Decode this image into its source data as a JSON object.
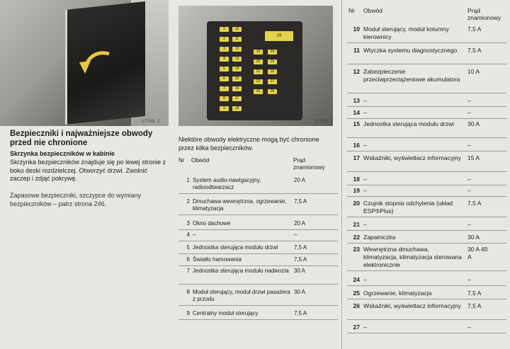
{
  "figure1": {
    "label": "17749 J"
  },
  "figure2": {
    "label": "17750 J",
    "fuses": [
      "1",
      "2",
      "3",
      "4",
      "5",
      "6",
      "7",
      "8",
      "9",
      "10",
      "11",
      "12",
      "13",
      "14",
      "15",
      "16",
      "17",
      "18",
      "19",
      "20",
      "21",
      "22",
      "23",
      "24",
      "25",
      "26",
      "27",
      "28",
      "29"
    ]
  },
  "left": {
    "heading": "Bezpieczniki i najważniejsze obwody przed nie chronione",
    "subheading": "Skrzynka bezpieczników w kabinie",
    "para1": "Skrzynka bezpieczników znajduje się po lewej stronie z boku deski rozdzielczej. Otworzyć drzwi. Zwolnić zaczep i zdjąć pokrywę.",
    "para2": "Zapasowe bezpieczniki, szczypce do wymiany bezpieczników – patrz strona 246."
  },
  "middle": {
    "intro": "Niektóre obwody elektryczne mogą być chronione przez kilka bezpieczników.",
    "col_nr": "Nr",
    "col_obwod": "Obwód",
    "col_prad": "Prąd znamionowy",
    "rows": [
      {
        "nr": "1",
        "text": "System audio-nawigacyjny, radioodtwarzacz",
        "amp": "20 A"
      },
      {
        "nr": "2",
        "text": "Dmuchawa wewnętrzna, ogrzewanie, klimatyzacja",
        "amp": "7,5 A"
      },
      {
        "nr": "3",
        "text": "Okno dachowe",
        "amp": "20 A"
      },
      {
        "nr": "4",
        "text": "–",
        "amp": "–"
      },
      {
        "nr": "5",
        "text": "Jednostka sterująca modułu drzwi",
        "amp": "7,5 A"
      },
      {
        "nr": "6",
        "text": "Światło hamowania",
        "amp": "7,5 A"
      },
      {
        "nr": "7",
        "text": "Jednostka sterująca modułu nadwozia",
        "amp": "30 A"
      },
      {
        "nr": "8",
        "text": "Moduł sterujący, moduł drzwi pasażera z przodu",
        "amp": "30 A"
      },
      {
        "nr": "9",
        "text": "Centralny moduł sterujący",
        "amp": "7,5 A"
      }
    ]
  },
  "right": {
    "col_nr": "Nr",
    "col_obwod": "Obwód",
    "col_prad": "Prąd znamionowy",
    "rows": [
      {
        "nr": "10",
        "text": "Moduł sterujący, moduł kolumny kierownicy",
        "amp": "7,5 A"
      },
      {
        "nr": "11",
        "text": "Wtyczka systemu diagnostycznego",
        "amp": "7,5 A"
      },
      {
        "nr": "12",
        "text": "Zabezpieczenie przeciwprzeciążeniowe akumulatora",
        "amp": "10 A"
      },
      {
        "nr": "13",
        "text": "–",
        "amp": "–"
      },
      {
        "nr": "14",
        "text": "–",
        "amp": "–"
      },
      {
        "nr": "15",
        "text": "Jednostka sterująca modułu drzwi",
        "amp": "30 A"
      },
      {
        "nr": "16",
        "text": "–",
        "amp": "–"
      },
      {
        "nr": "17",
        "text": "Wskaźniki, wyświetlacz informacyjny",
        "amp": "15 A"
      },
      {
        "nr": "18",
        "text": "–",
        "amp": "–"
      },
      {
        "nr": "19",
        "text": "–",
        "amp": "–"
      },
      {
        "nr": "20",
        "text": "Czujnik stopnia odchylenia (układ ESP®Plus)",
        "amp": "7,5 A"
      },
      {
        "nr": "21",
        "text": "–",
        "amp": "–"
      },
      {
        "nr": "22",
        "text": "Zapalniczka",
        "amp": "30 A"
      },
      {
        "nr": "23",
        "text": "Wewnętrzna dmuchawa, klimatyzacja, klimatyzacja sterowana elektronicznie",
        "amp": "30 A 40 A"
      },
      {
        "nr": "24",
        "text": "–",
        "amp": "–"
      },
      {
        "nr": "25",
        "text": "Ogrzewanie, klimatyzacja",
        "amp": "7,5 A"
      },
      {
        "nr": "26",
        "text": "Wskaźniki, wyświetlacz informacyjny",
        "amp": "7,5 A"
      },
      {
        "nr": "27",
        "text": "–",
        "amp": "–"
      }
    ]
  }
}
